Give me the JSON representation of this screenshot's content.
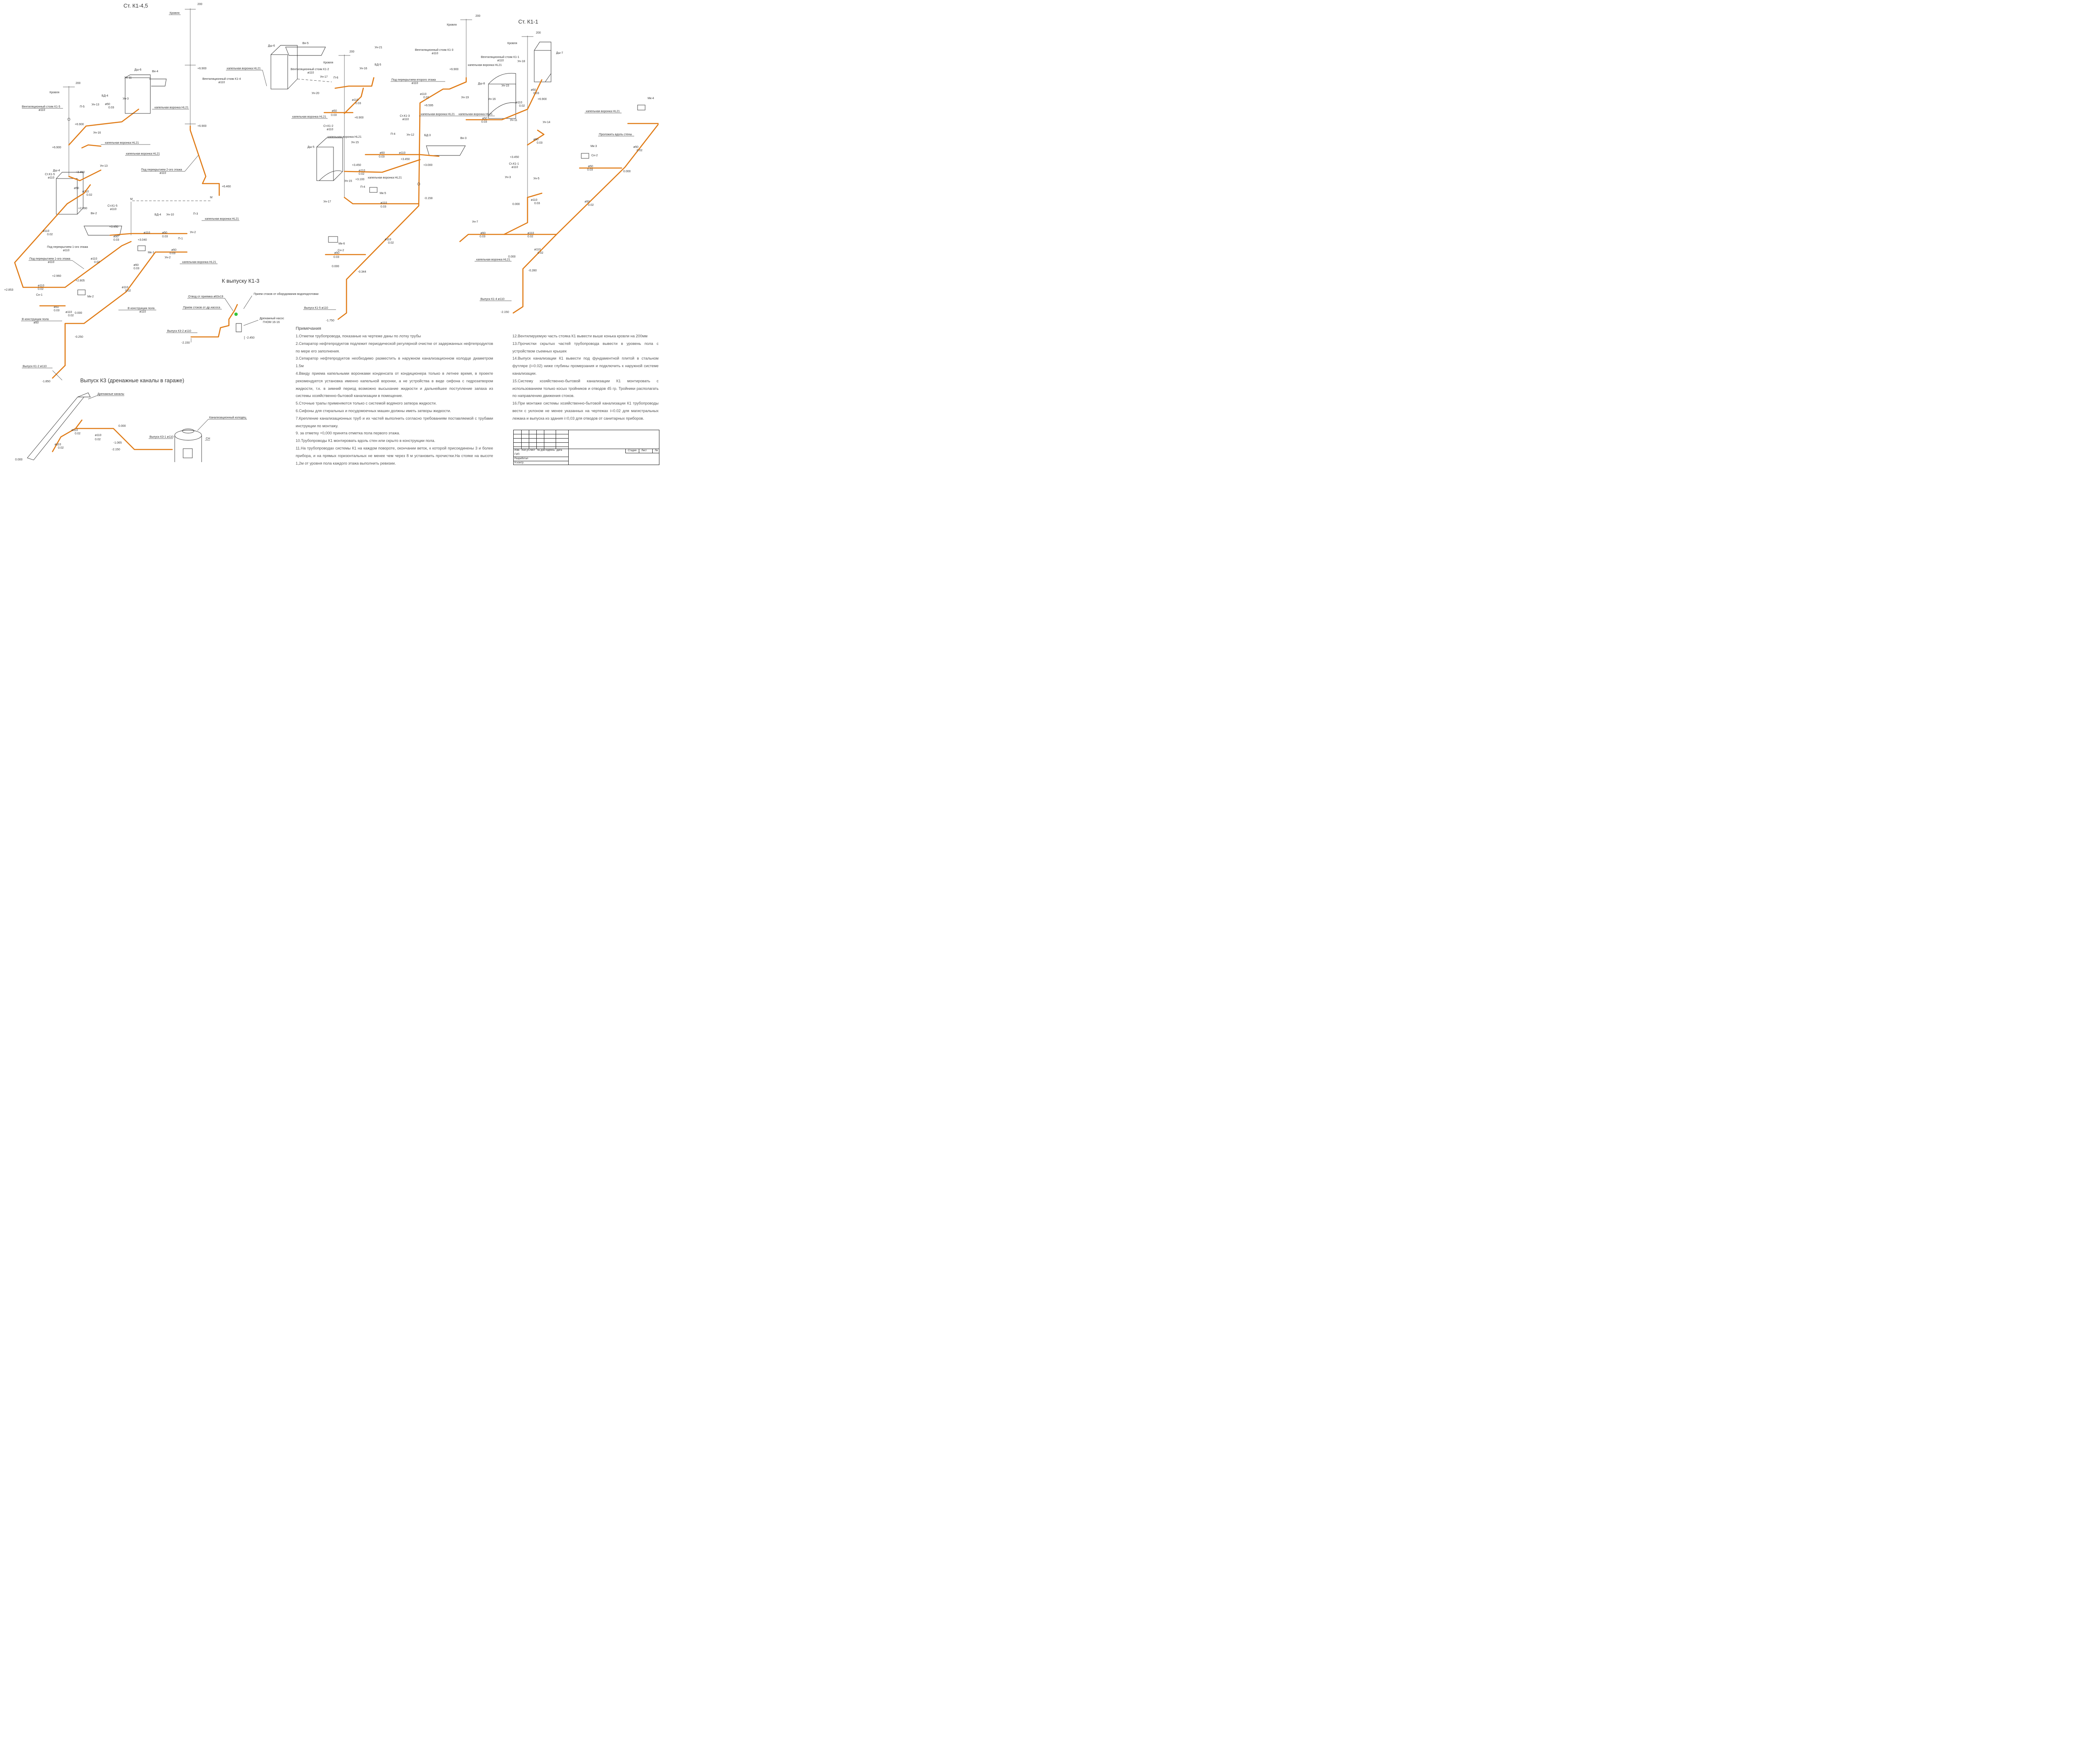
{
  "titles": {
    "st_k1_45": "Ст. К1-4,5",
    "st_k1_1": "Ст. К1-1",
    "k_vypusku": "К выпуску К1-3",
    "vypusk_k3": "Выпуск К3 (дренажные каналы в гараже)"
  },
  "labels": {
    "krovlya": "Кровля",
    "vent_k1_5": "Вентиляционный стояк К1-5",
    "vent_k1_4": "Вентиляционный стояк К1-4",
    "vent_k1_3": "Вентиляционный стояк К1-3",
    "vent_k1_2": "Вентиляционный стояк К1-2",
    "vent_k1_1": "Вентиляционный стояк К1-1",
    "d110": "ø110",
    "d50": "ø50",
    "slope02": "0.02",
    "slope03": "0.03",
    "kap_voronka": "капельная воронка HL21",
    "pod_perekr_2": "Под перекрытием 2-ого этажа",
    "pod_perekr_vtorogo": "Под перекрытием второго этажа",
    "pod_perekr_1": "Под перекрытием 1-ого этажа",
    "v_konstr": "В конструкции пола",
    "prolozhit": "Проложить вдоль стены",
    "vyp_k1_2": "Выпуск К1-2 ø110",
    "vyp_k1_5": "Выпуск К1-5 ø110",
    "vyp_k1_4": "Выпуск К1-4 ø110",
    "vyp_k3_2": "Выпуск К3-2 ø110",
    "vyp_k3_1": "Выпуск К3-1 ø110",
    "otvod": "Отвод от приямка ø63х19",
    "priem_nasos": "Прием стоков от др.насоса",
    "priem_oborud": "Прием стоков от оборудования водоподготовки",
    "drenazh_nasos": "Дренажный насос",
    "gnom": "ГНОМ 16-16",
    "drenazh_kanaly": "Дренажные каналы",
    "kan_kolodec": "Канализационный колодец",
    "sn": "СН",
    "st_k1_5": "Ст.К1-5",
    "st_k1_3": "Ст.К1-3",
    "st_k1_2": "Ст.К1-2",
    "st_k1_1b": "Ст.К1-1",
    "dsh4": "Дш-4",
    "dsh5": "Дш-5",
    "dsh6": "Дш-6",
    "dsh7": "Дш-7",
    "dsh8": "Дш-8",
    "vn2": "Вн-2",
    "vn3": "Вн-3",
    "vn4": "Вн-4",
    "vn5": "Вн-5",
    "mk1": "Мк-1",
    "mk2": "Мк-2",
    "mk3": "Мк-3",
    "mk4": "Мк-4",
    "mk5": "Мк-5",
    "mk6": "Мк-6",
    "sn1": "Сн-1",
    "sn2": "Сн-2",
    "un2": "Ун-2",
    "un3": "Ун-3",
    "un5": "Ун-5",
    "un7": "Ун-7",
    "un10": "Ун-10",
    "un11": "Ун-11",
    "un12": "Ун-12",
    "un13": "Ун-13",
    "un14": "Ун-14",
    "un15": "Ун-15",
    "un16": "Ун-16",
    "un17": "Ун-17",
    "un18": "Ун-18",
    "un19": "Ун-19",
    "un20": "Ун-20",
    "un21": "Ун-21",
    "p1": "П-1",
    "p3": "П-3",
    "p4": "П-4",
    "p5": "П-5",
    "p6": "П-6",
    "bd3": "БД-3",
    "bd4": "БД-4",
    "bd5": "БД-5",
    "m": "М",
    "h200": "200"
  },
  "levels": [
    "+6.900",
    "+6.595",
    "+6.460",
    "+3.450",
    "+3.100",
    "+3.040",
    "+3.000",
    "+2.960",
    "+2.890",
    "+2.853",
    "+2.805",
    "0.000",
    "-0.158",
    "-0.250",
    "-0.280",
    "-0.344",
    "-1.750",
    "-1.850",
    "-2.150",
    "-2.450",
    "-1.065"
  ],
  "notes": {
    "heading": "Примечания",
    "items": [
      "1.Отметки трубопровода, показаные на чертеже даны по лотку трубы",
      "2.Сепаратор нефтепродуктов подлежит периодической регулярной очистке от задержанных нефтепродуктов по мере его заполнения.",
      "3.Сепаратор нефтепродуктов необходимо разместить в наружном канализационном колодце диаметром 1.5м",
      "4.Ввиду приема капельными воронками конденсата от кондиционера только в летнее время, в проекте рекомендуется установка именно капельной воронки, а не устройства в виде сифона с гидрозатвором жидкости, т.к. в зимний период возможно высыхание жидкости и дальнейшее поступление запаха из системы хозяйственно-бытовой канализации в помещение.",
      "5.Сточные трапы применяются только с системой водяного затвора жидкости.",
      "6.Сифоны для стиральных и посудомоечных машин должны иметь затворы жидкости.",
      "7.Крепление канализационных труб и их частей выполнить согласно требованиям поставляемой с трубами инструкции по монтажу.",
      "9. за отметку +0,000 принята отметка пола первого этажа.",
      "10.Трубопроводы К1 монтировать вдоль стен или скрыто в конструкции пола.",
      "11.На трубопроводах системы К1 на каждом повороте, окончании веток, к которой присоединены 3 и более прибора, и на прямых горизонтальных не менее чем через 8 м установить прочистки.На стояке на высоте 1,2м от уровня пола каждого этажа выполнить ревизии."
    ],
    "items2": [
      "12.Вентилируемую часть стояка К1 вывести выше конька кровли на 200мм",
      "13.Прочистки скрытых частей трубопровода вывести в уровень пола с устройством съемных крышек",
      "14.Выпуск канализации К1 вывести под фундаментной плитой в стальном футляре (i=0.02) ниже глубины промерзания и подключить к наружной системе канализации.",
      "15.Систему хозяйственно-бытовой канализации К1 монтировать с использованием только косых тройников и отводов 45 гр. Тройники располагать по направлению движения стоков.",
      "16.При монтаже системы хозяйственно-бытовой канализации К1 трубопроводы вести с уклоном не менее указанных на чертежах i=0.02 для магистральных лежака и выпуска из здания i=0,03 для отводов от санитарных приборов."
    ]
  },
  "stamp": {
    "izm": "Изм.",
    "kol": "Кол.уч",
    "list": "Лист",
    "ndok": "№ док",
    "podp": "Подпись",
    "data": "Дата",
    "gip": "ГИП",
    "razrab": "Разработал",
    "nkontr": "Н.контр.",
    "stadiya": "Стадия",
    "list2": "Лист",
    "listov": "Ли"
  },
  "colors": {
    "pipe": "#e07b16",
    "line": "#3a3a3a",
    "accent_fitting": "#35c43a"
  }
}
